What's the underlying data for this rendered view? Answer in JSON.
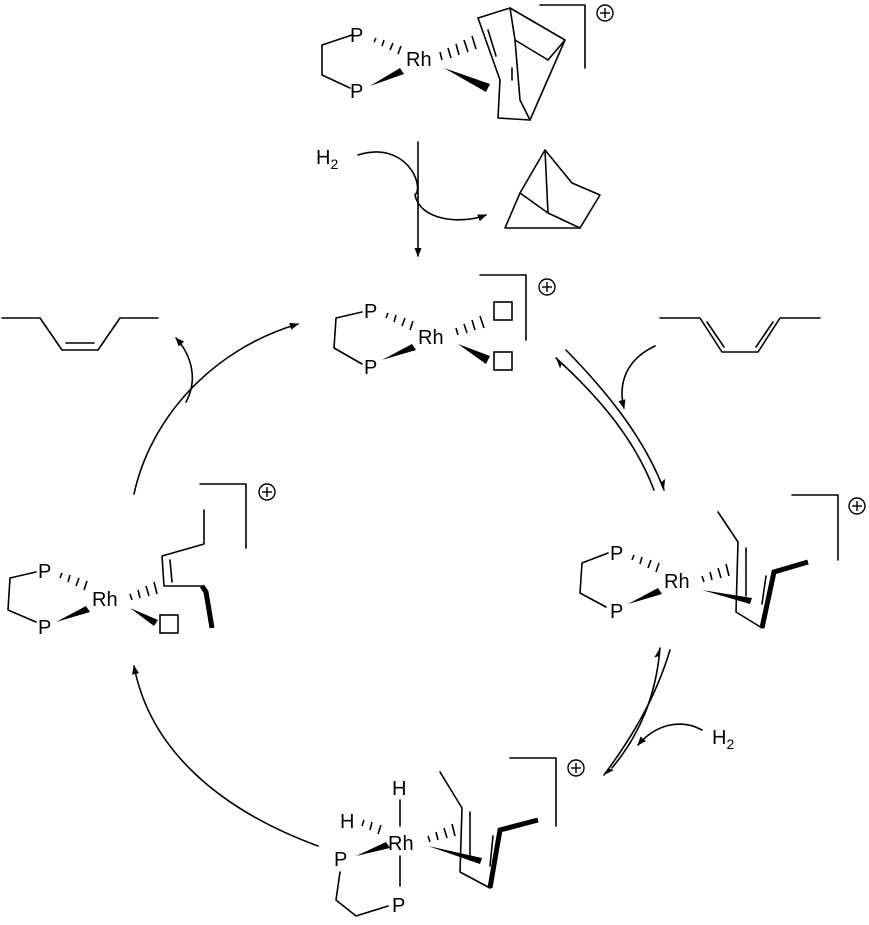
{
  "atoms": {
    "phosphorus": "P",
    "rhodium": "Rh",
    "hydrogen": "H"
  },
  "charge": "+",
  "hydrogen_reagent": {
    "element": "H",
    "subscript": "2"
  },
  "icons": {
    "vacant_site": "empty-square",
    "charge": "circled-plus"
  }
}
